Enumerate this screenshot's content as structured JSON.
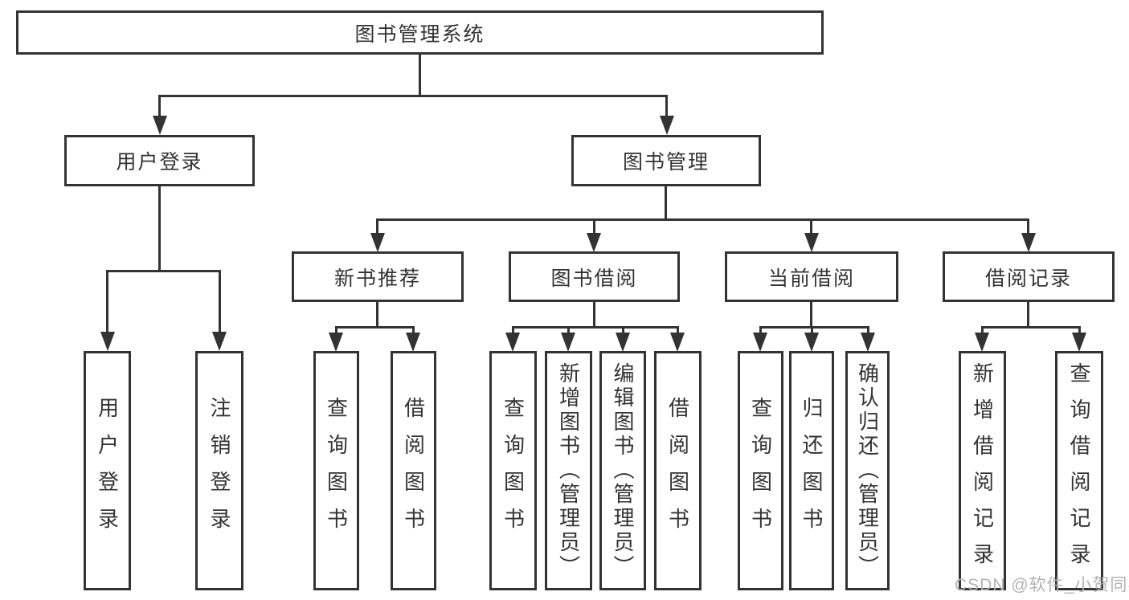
{
  "nodes": {
    "root": "图书管理系统",
    "user_login": "用户登录",
    "book_mgmt": "图书管理",
    "new_book": "新书推荐",
    "book_borrow": "图书借阅",
    "current_borrow": "当前借阅",
    "borrow_record": "借阅记录"
  },
  "leaves": {
    "user_login": [
      "用户登录",
      "注销登录"
    ],
    "new_book": [
      "查询图书",
      "借阅图书"
    ],
    "book_borrow": [
      "查询图书",
      "新增图书（管理员）",
      "编辑图书（管理员）",
      "借阅图书"
    ],
    "current_borrow": [
      "查询图书",
      "归还图书",
      "确认归还（管理员）"
    ],
    "borrow_record": [
      "新增借阅记录",
      "查询借阅记录"
    ]
  },
  "watermark": "CSDN @软件_小贺同学",
  "colors": {
    "line": "#333333",
    "text": "#333333",
    "watermark": "#b3b3b3",
    "background": "#ffffff"
  }
}
